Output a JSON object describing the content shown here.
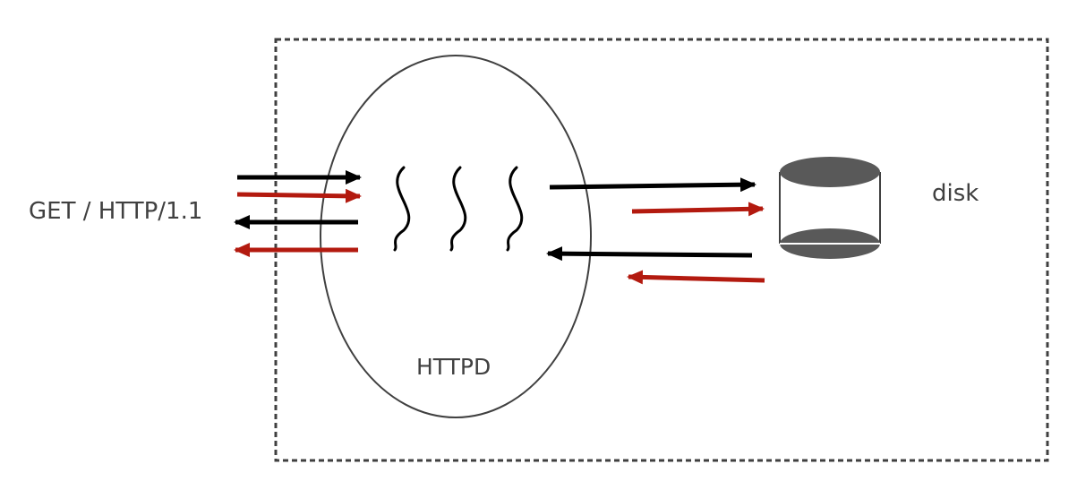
{
  "labels": {
    "request": "GET / HTTP/1.1",
    "server": "HTTPD",
    "storage": "disk"
  },
  "colors": {
    "black": "#000000",
    "red": "#b31a0f",
    "outline": "#404040",
    "disk_fill": "#595959"
  },
  "diagram": {
    "container": "dashed-boundary",
    "client_arrows": [
      {
        "direction": "right",
        "color": "black"
      },
      {
        "direction": "right",
        "color": "red"
      },
      {
        "direction": "left",
        "color": "black"
      },
      {
        "direction": "left",
        "color": "red"
      }
    ],
    "disk_arrows": [
      {
        "direction": "right",
        "color": "black"
      },
      {
        "direction": "right",
        "color": "red"
      },
      {
        "direction": "left",
        "color": "black"
      },
      {
        "direction": "left",
        "color": "red"
      }
    ],
    "thread_count": 3
  }
}
